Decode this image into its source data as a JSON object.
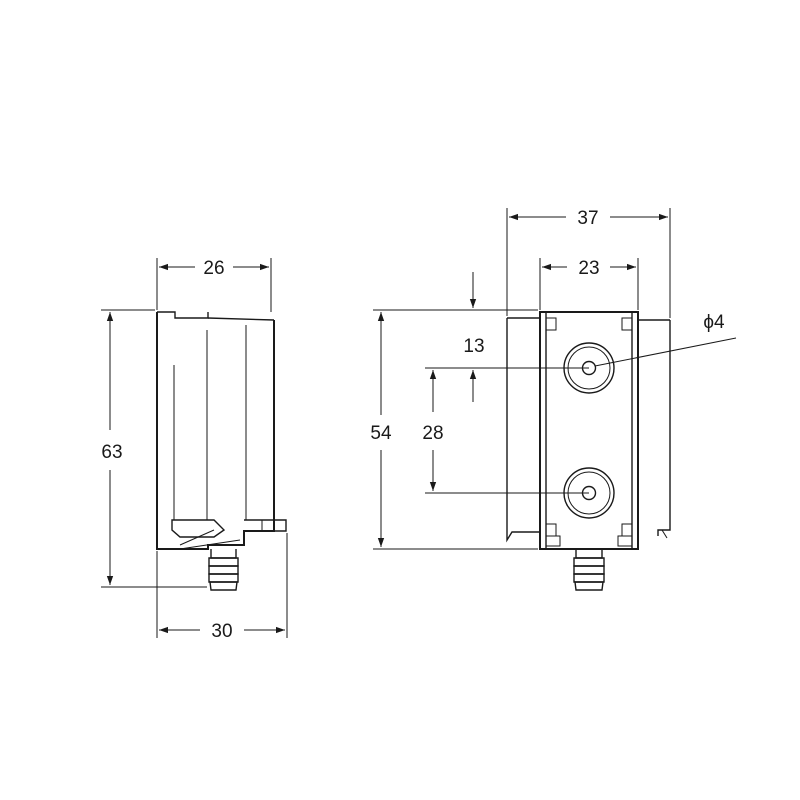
{
  "side_view": {
    "width_top": "26",
    "height": "63",
    "width_bottom": "30"
  },
  "front_view": {
    "width_outer": "37",
    "width_inner": "23",
    "height": "54",
    "hole_offset": "13",
    "hole_spacing": "28",
    "hole_diameter": "ϕ4"
  },
  "colors": {
    "line": "#1a1a1a",
    "background": "#ffffff"
  }
}
